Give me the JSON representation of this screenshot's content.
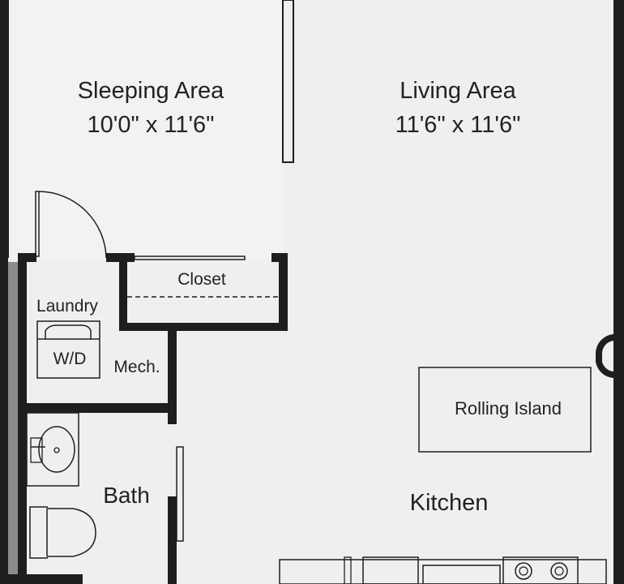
{
  "rooms": {
    "sleeping": {
      "name": "Sleeping Area",
      "dims": "10'0\" x 11'6\""
    },
    "living": {
      "name": "Living Area",
      "dims": "11'6\" x 11'6\""
    },
    "closet": {
      "name": "Closet"
    },
    "laundry": {
      "name": "Laundry"
    },
    "washer_dryer": {
      "name": "W/D"
    },
    "mech": {
      "name": "Mech."
    },
    "island": {
      "name": "Rolling Island"
    },
    "bath": {
      "name": "Bath"
    },
    "kitchen": {
      "name": "Kitchen"
    }
  },
  "colors": {
    "floor": "#eef0ef",
    "wall": "#1e1e1e",
    "accent_wall": "#8c8c8c",
    "text": "#222222"
  }
}
